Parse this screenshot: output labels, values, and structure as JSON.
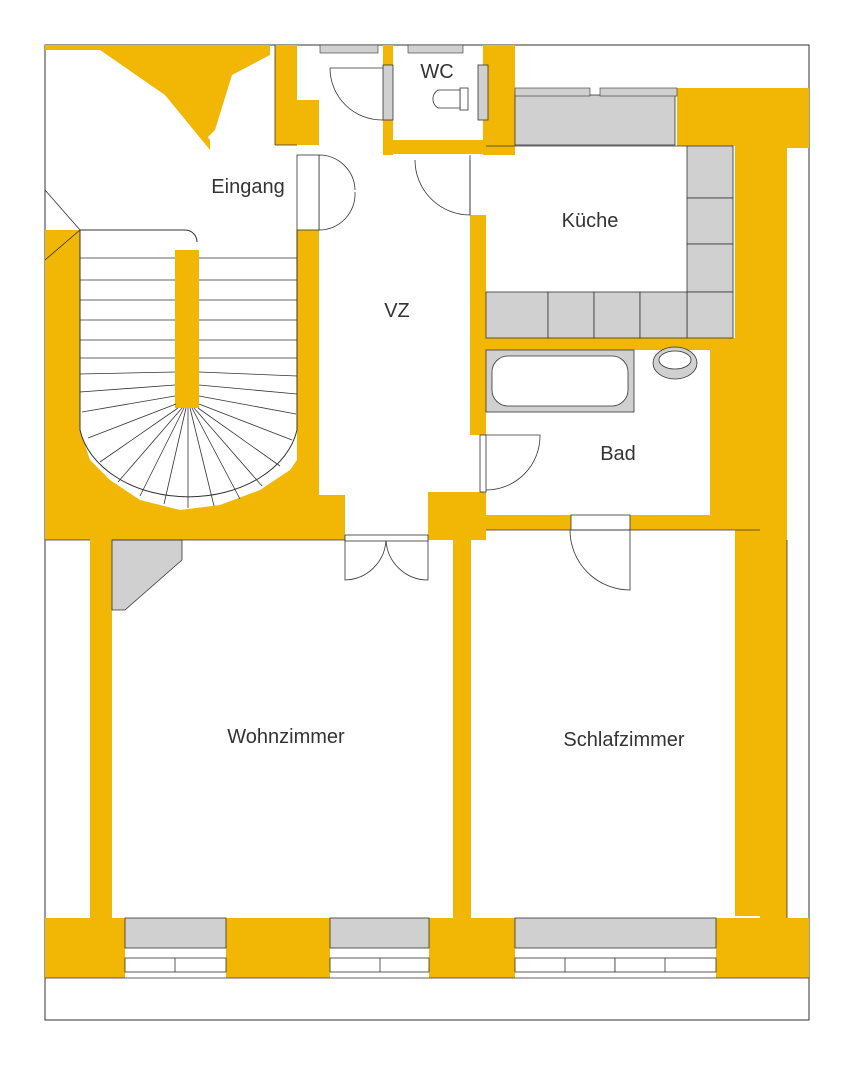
{
  "rooms": {
    "wc": "WC",
    "eingang": "Eingang",
    "kueche": "Küche",
    "vz": "VZ",
    "bad": "Bad",
    "wohnzimmer": "Wohnzimmer",
    "schlafzimmer": "Schlafzimmer"
  },
  "colors": {
    "wall": "#F2B705",
    "fixture": "#D0D0D0",
    "line": "#333333",
    "background": "#FFFFFF"
  }
}
